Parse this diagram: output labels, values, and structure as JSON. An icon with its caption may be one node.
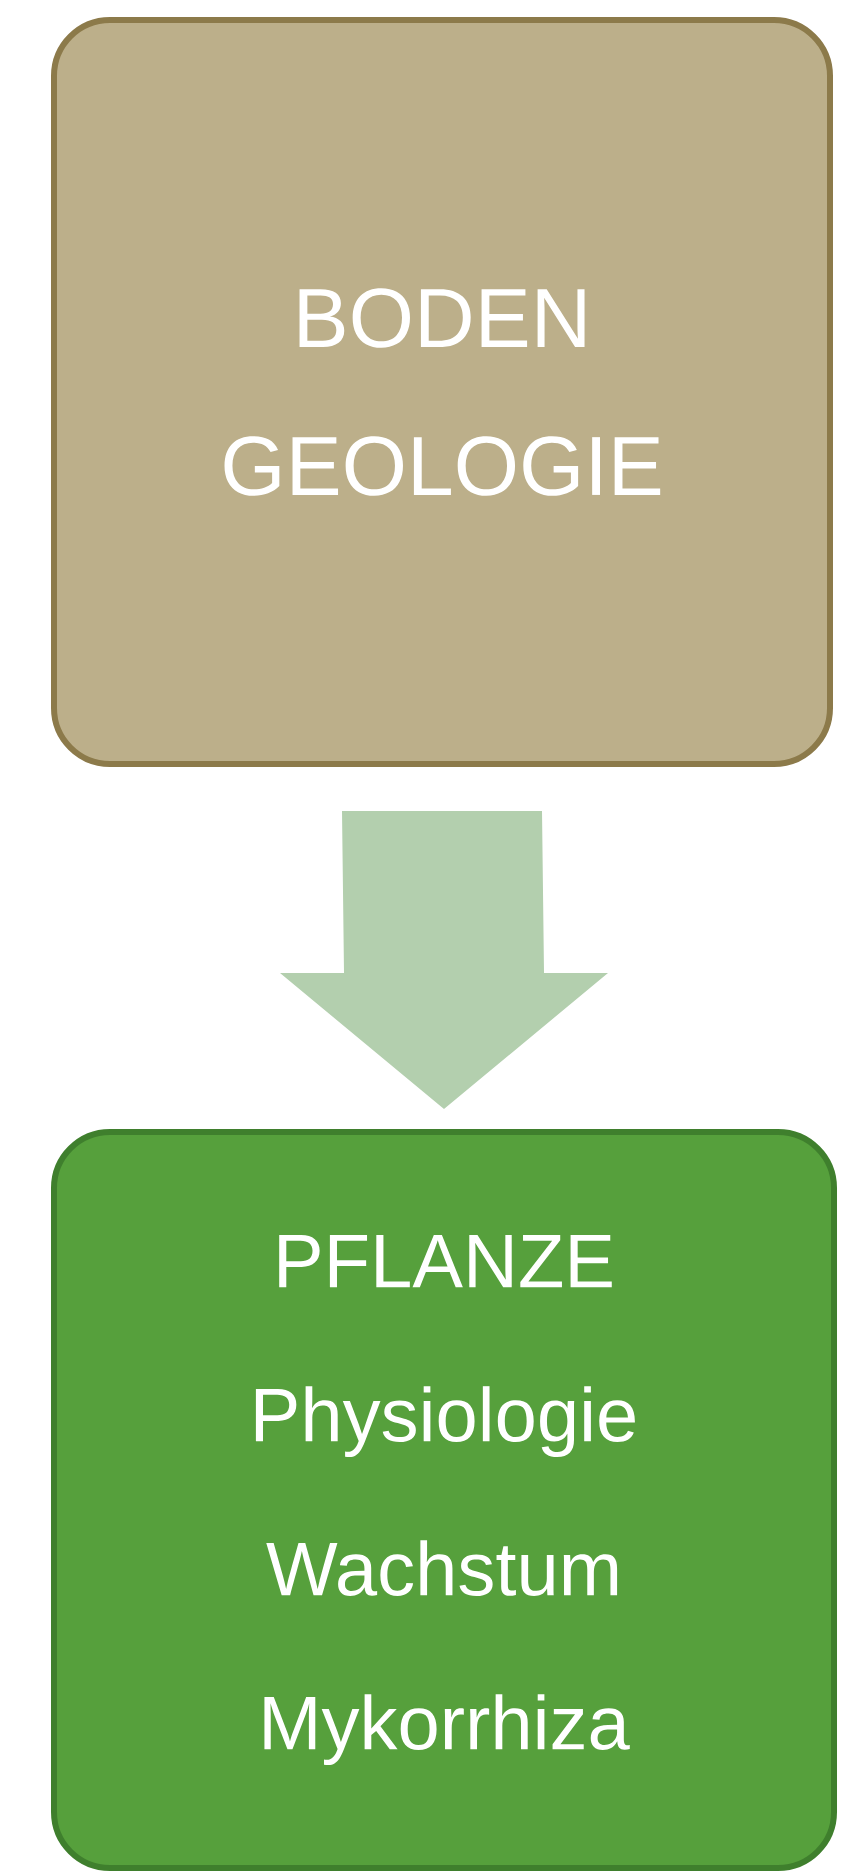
{
  "diagram": {
    "nodes": [
      {
        "text": [
          "BODEN GEOLOGIE"
        ]
      },
      {
        "text": [
          "PFLANZE",
          "Physiologie",
          "Wachstum",
          "Mykorrhiza"
        ]
      }
    ],
    "edges": [
      {
        "from": 0,
        "to": 1,
        "arrow": "to"
      }
    ]
  }
}
